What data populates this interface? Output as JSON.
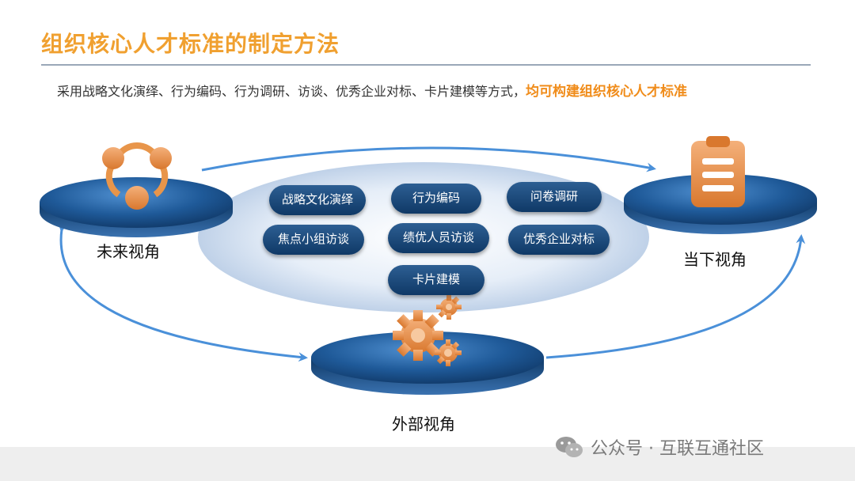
{
  "title": "组织核心人才标准的制定方法",
  "subtitle": {
    "text": "采用战略文化演绎、行为编码、行为调研、访谈、优秀企业对标、卡片建模等方式，",
    "highlight": "均可构建组织核心人才标准"
  },
  "perspectives": {
    "future": "未来视角",
    "present": "当下视角",
    "external": "外部视角"
  },
  "methods": [
    "战略文化演绎",
    "行为编码",
    "问卷调研",
    "焦点小组访谈",
    "绩优人员访谈",
    "优秀企业对标",
    "卡片建模"
  ],
  "icons": {
    "future": "team-circle-icon",
    "present": "clipboard-icon",
    "external": "gears-icon"
  },
  "watermark": "公众号 · 互联互通社区",
  "colors": {
    "title": "#f0a030",
    "highlight": "#f08c1a",
    "platform": "#1f5a99",
    "pill": "#16406e",
    "arrow": "#4a90d9",
    "icon": "#e8954a"
  }
}
